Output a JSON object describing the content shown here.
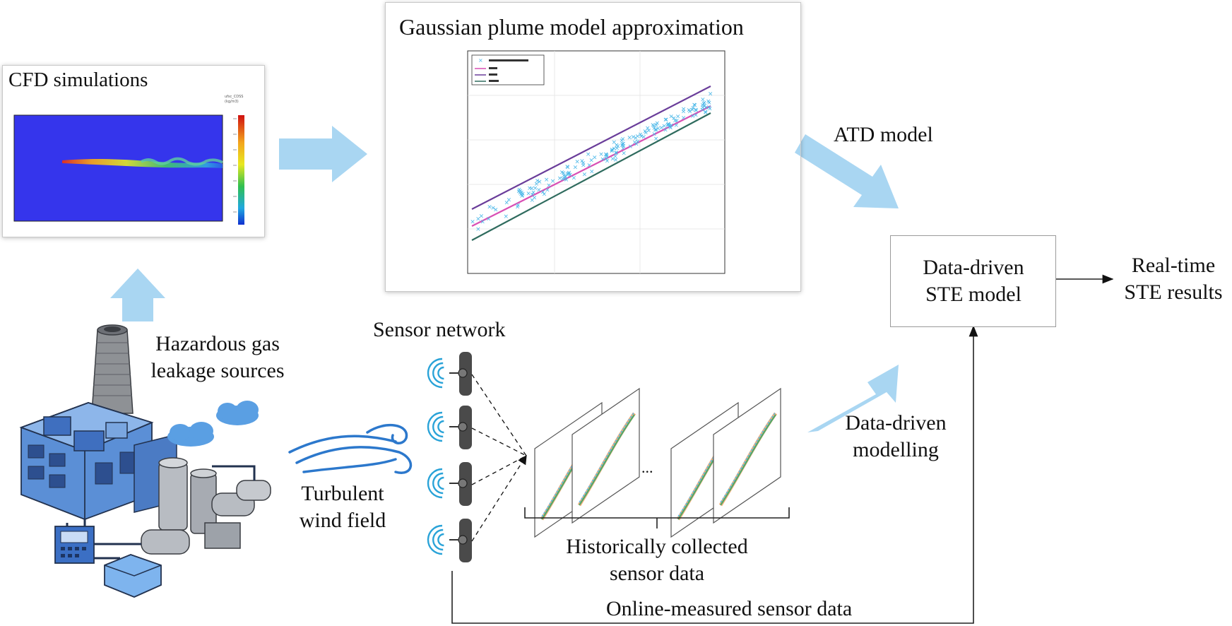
{
  "labels": {
    "cfd_title": "CFD simulations",
    "gaussian_title": "Gaussian plume model approximation",
    "atd_model": "ATD model",
    "ste_model_line1": "Data-driven",
    "ste_model_line2": "STE model",
    "realtime_line1": "Real-time",
    "realtime_line2": "STE results",
    "hazard_line1": "Hazardous gas",
    "hazard_line2": "leakage sources",
    "sensor_network": "Sensor network",
    "wind_line1": "Turbulent",
    "wind_line2": "wind field",
    "ddm_line1": "Data-driven",
    "ddm_line2": "modelling",
    "historical_line1": "Historically collected",
    "historical_line2": "sensor data",
    "online": "Online-measured sensor data",
    "ellipsis": "..."
  },
  "colors": {
    "arrow": "#a9d6f2",
    "cfd_background": "#3333ee",
    "scatter": "#49b7e8",
    "line_upper": "#6a3d9a",
    "line_mid": "#d94fb4",
    "line_lower": "#2f6b5e",
    "factory": "#4a7fc9",
    "sensor": "#4a4a4a",
    "signal": "#2aa3d8"
  },
  "icons": [
    "factory-icon",
    "cloud-icon",
    "wind-icon",
    "sensor-icon",
    "chart-sheet-icon",
    "colorbar-icon"
  ]
}
